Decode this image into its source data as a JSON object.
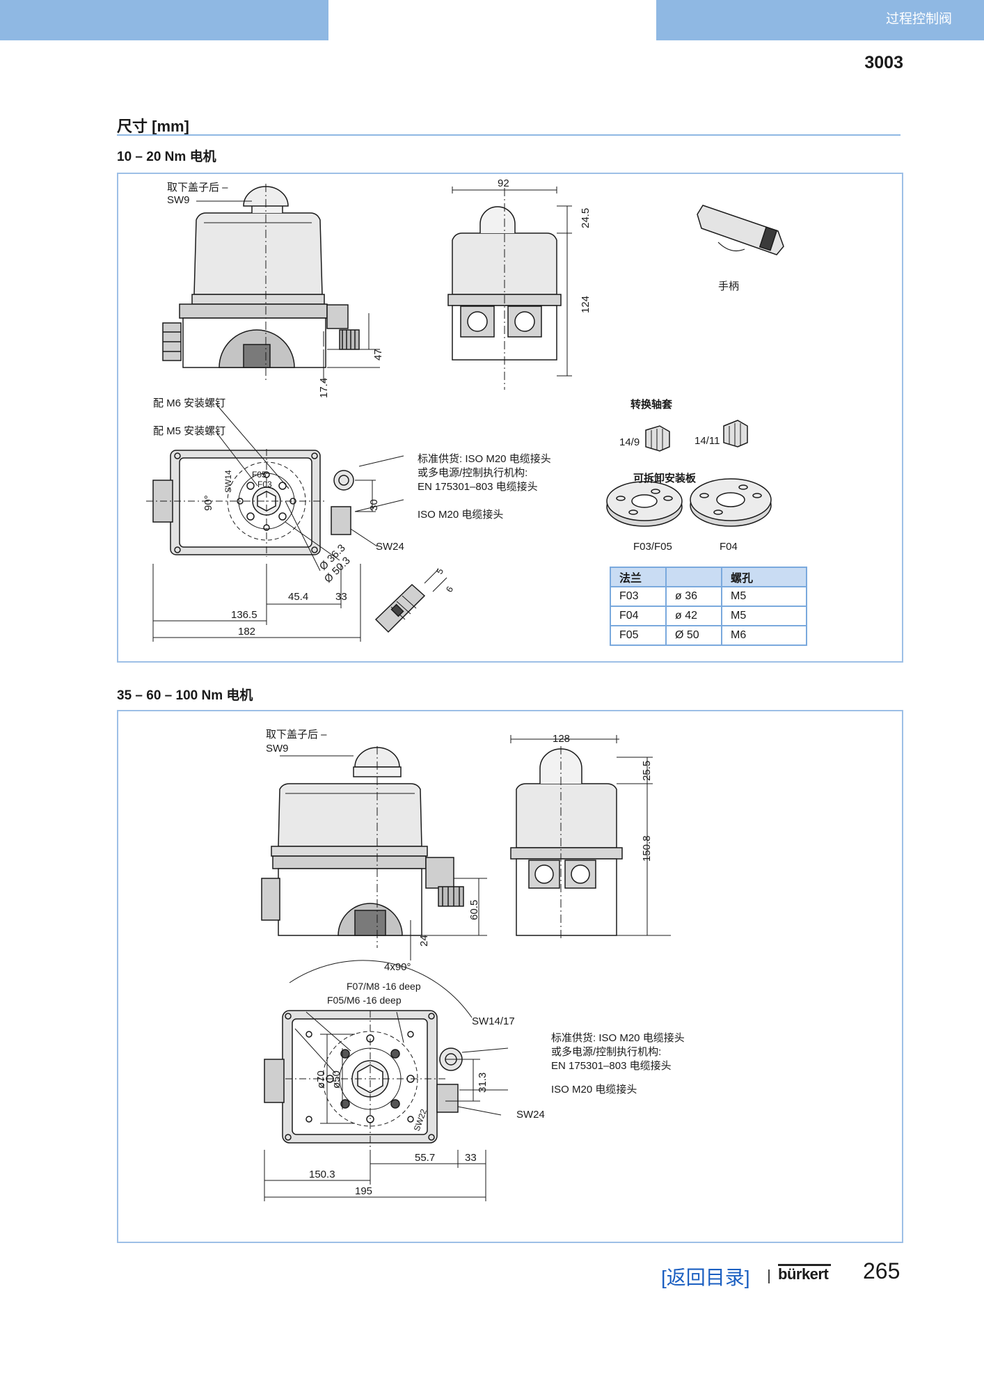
{
  "header": {
    "title": "过程控制阀",
    "model": "3003"
  },
  "section_title": "尺寸 [mm]",
  "motor_small": {
    "subtitle": "10 – 20 Nm 电机",
    "labels": {
      "cover_removed": "取下盖子后 –",
      "cover_sw": "SW9",
      "dim_width": "92",
      "dim_top": "24.5",
      "dim_height": "124",
      "dim_47": "47",
      "dim_174": "17.4",
      "handle": "手柄",
      "screw_m6": "配 M6 安装螺钉",
      "screw_m5": "配 M5 安装螺钉",
      "std_line1": "标准供货: ISO M20 电缆接头",
      "std_line2": "或多电源/控制执行机构:",
      "std_line3": "EN 175301–803 电缆接头",
      "iso_m20": "ISO M20 电缆接头",
      "sw24": "SW24",
      "sw14": "SW14",
      "f05": "F05",
      "f03": "F03",
      "angle90": "90°",
      "d363": "Ø 36.3",
      "d503": "Ø 50.3",
      "dim_30": "30",
      "dim_454": "45.4",
      "dim_33": "33",
      "dim_1365": "136.5",
      "dim_182": "182",
      "dim_5": "5",
      "dim_6": "6",
      "adapter_title": "转换轴套",
      "adapter_a": "14/9",
      "adapter_b": "14/11",
      "plate_title": "可拆卸安装板",
      "plate_a": "F03/F05",
      "plate_b": "F04"
    },
    "table": {
      "headers": [
        "法兰",
        "",
        "螺孔"
      ],
      "rows": [
        [
          "F03",
          "ø 36",
          "M5"
        ],
        [
          "F04",
          "ø 42",
          "M5"
        ],
        [
          "F05",
          "Ø 50",
          "M6"
        ]
      ]
    }
  },
  "motor_large": {
    "subtitle": "35 – 60 – 100 Nm 电机",
    "labels": {
      "cover_removed": "取下盖子后 –",
      "cover_sw": "SW9",
      "dim_width": "128",
      "dim_top": "25.5",
      "dim_height": "150.8",
      "dim_605": "60.5",
      "dim_24": "24",
      "angle": "4x90°",
      "f07": "F07/M8 -16 deep",
      "f05": "F05/M6 -16 deep",
      "sw1417": "SW14/17",
      "std_line1": "标准供货: ISO M20 电缆接头",
      "std_line2": "或多电源/控制执行机构:",
      "std_line3": "EN 175301–803 电缆接头",
      "iso_m20": "ISO M20 电缆接头",
      "sw24": "SW24",
      "sw22": "SW22",
      "d70": "ø70",
      "d50": "ø50",
      "dim_313": "31.3",
      "dim_557": "55.7",
      "dim_33": "33",
      "dim_1503": "150.3",
      "dim_195": "195"
    }
  },
  "footer": {
    "link": "[返回目录]",
    "brand": "bürkert",
    "page": "265"
  },
  "colors": {
    "accent": "#8fb8e3",
    "panel_border": "#9dbfe6",
    "link": "#1b5fc1"
  }
}
